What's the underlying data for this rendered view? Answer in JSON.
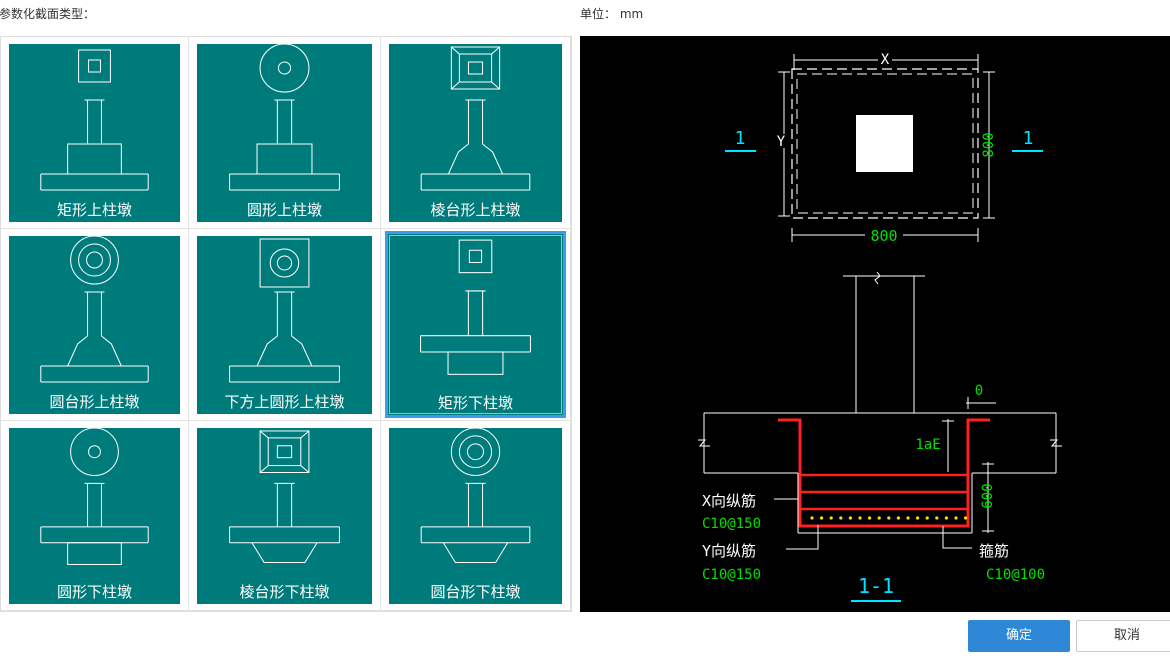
{
  "header": {
    "section_label": "参数化截面类型：",
    "unit_label": "单位：",
    "unit_value": "mm"
  },
  "tiles": [
    {
      "label": "矩形上柱墩",
      "top_icon": "square-with-square-icon",
      "profile": "rect-upper",
      "selected": false
    },
    {
      "label": "圆形上柱墩",
      "top_icon": "circle-with-circle-icon",
      "profile": "rect-upper",
      "selected": false
    },
    {
      "label": "棱台形上柱墩",
      "top_icon": "frustum-square-icon",
      "profile": "frustum-upper",
      "selected": false
    },
    {
      "label": "圆台形上柱墩",
      "top_icon": "concentric-circles-icon",
      "profile": "frustum-upper",
      "selected": false
    },
    {
      "label": "下方上圆形上柱墩",
      "top_icon": "square-with-circle-icon",
      "profile": "frustum-upper",
      "selected": false
    },
    {
      "label": "矩形下柱墩",
      "top_icon": "square-with-square-icon",
      "profile": "rect-lower",
      "selected": true
    },
    {
      "label": "圆形下柱墩",
      "top_icon": "circle-with-circle-icon",
      "profile": "rect-lower",
      "selected": false
    },
    {
      "label": "棱台形下柱墩",
      "top_icon": "frustum-square-icon",
      "profile": "frustum-lower",
      "selected": false
    },
    {
      "label": "圆台形下柱墩",
      "top_icon": "concentric-circles-icon",
      "profile": "frustum-lower",
      "selected": false
    }
  ],
  "preview": {
    "plan_x_label": "X",
    "plan_y_label": "Y",
    "plan_width": "800",
    "plan_height": "800",
    "section_mark": "1",
    "offset_label": "0",
    "anchor_label": "1aE",
    "depth_label": "600",
    "x_bar_label": "X向纵筋",
    "x_bar_spec": "C10@150",
    "y_bar_label": "Y向纵筋",
    "y_bar_spec": "C10@150",
    "stirrup_label": "箍筋",
    "stirrup_spec": "C10@100",
    "section_title": "1-1",
    "colors": {
      "background": "#000000",
      "lines": "#ffffff",
      "rebar": "#ff2020",
      "dims": "#00e000",
      "marks": "#00e5ff"
    }
  },
  "buttons": {
    "ok": "确定",
    "cancel": "取消"
  }
}
